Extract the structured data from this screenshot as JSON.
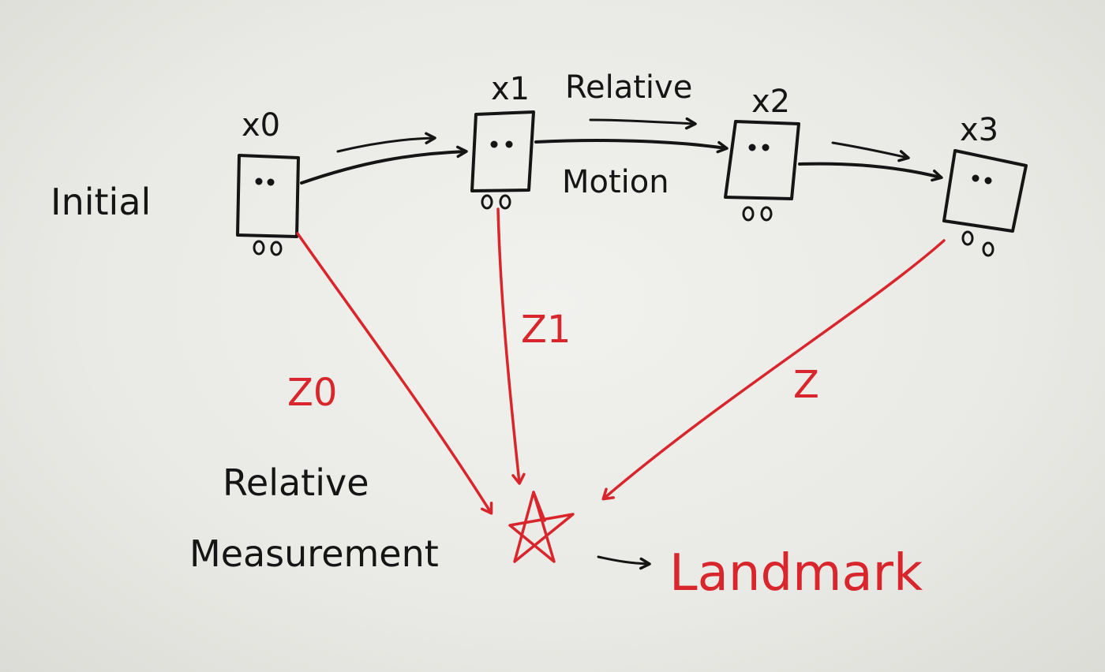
{
  "labels": {
    "initial": "Initial",
    "relative_motion_line1": "Relative",
    "relative_motion_line2": "Motion",
    "relative_measurement_line1": "Relative",
    "relative_measurement_line2": "Measurement",
    "landmark": "Landmark"
  },
  "poses": [
    {
      "id": "x0",
      "label": "x0"
    },
    {
      "id": "x1",
      "label": "x1"
    },
    {
      "id": "x2",
      "label": "x2"
    },
    {
      "id": "x3",
      "label": "x3"
    }
  ],
  "measurements": [
    {
      "id": "z0",
      "label": "Z0"
    },
    {
      "id": "z1",
      "label": "Z1"
    },
    {
      "id": "z3",
      "label": "Z"
    }
  ],
  "colors": {
    "ink": "#151515",
    "measurement": "#d8262c",
    "paper": "#e9e9e5"
  }
}
